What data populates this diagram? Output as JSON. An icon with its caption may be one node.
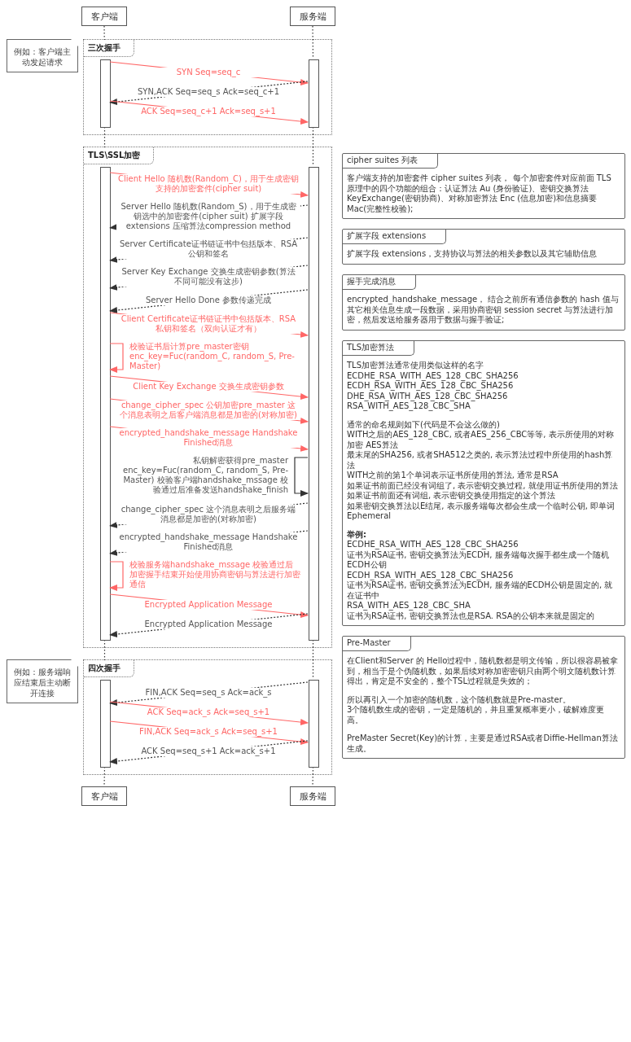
{
  "diagram": {
    "nodes": [
      {
        "text": [
          "客户端"
        ]
      },
      {
        "text": [
          "服务端"
        ]
      },
      {
        "text": [
          "三次握手"
        ]
      },
      {
        "text": [],
        "shape": "bar",
        "in": 2
      },
      {
        "text": [],
        "shape": "bar",
        "in": 2
      },
      {
        "text": [
          "TLS\\SSL加密"
        ]
      },
      {
        "text": [],
        "shape": "bar",
        "in": 5
      },
      {
        "text": [],
        "shape": "bar",
        "in": 5
      },
      {
        "text": [
          "四次握手"
        ]
      },
      {
        "text": [],
        "shape": "bar",
        "in": 8
      },
      {
        "text": [],
        "shape": "bar",
        "in": 8
      },
      {
        "text": [
          "客户端"
        ]
      },
      {
        "text": [
          "服务端"
        ]
      },
      {
        "text": [
          "例如：客户端主动发起请求"
        ]
      },
      {
        "text": [
          "例如：服务端响应结束后主动断开连接"
        ]
      },
      {
        "text": [
          "cipher suites 列表",
          "客户端支持的加密套件 cipher suites 列表， 每个加密套件对应前面 TLS 原理中的四个功能的组合：认证算法 Au (身份验证)、密钥交换算法 KeyExchange(密钥协商)、对称加密算法 Enc (信息加密)和信息摘要 Mac(完整性校验);"
        ]
      },
      {
        "text": [
          "扩展字段 extensions",
          "扩展字段 extensions，支持协议与算法的相关参数以及其它辅助信息"
        ]
      },
      {
        "text": [
          "握手完成消息",
          "encrypted_handshake_message， 结合之前所有通信参数的 hash 值与其它相关信息生成一段数据，采用协商密钥 session secret 与算法进行加密，然后发送给服务器用于数据与握手验证;"
        ]
      },
      {
        "text": [
          "TLS加密算法",
          "TLS加密算法通常使用类似这样的名字",
          "ECDHE_RSA_WITH_AES_128_CBC_SHA256",
          "ECDH_RSA_WITH_AES_128_CBC_SHA256",
          "DHE_RSA_WITH_AES_128_CBC_SHA256",
          "RSA_WITH_AES_128_CBC_SHA",
          "通常的命名规则如下(代码是不会这么做的)",
          "WITH之后的AES_128_CBC, 或者AES_256_CBC等等, 表示所使用的对称加密 AES算法",
          "最末尾的SHA256, 或者SHA512之类的, 表示算法过程中所使用的hash算法",
          "WITH之前的第1个单词表示证书所使用的算法, 通常是RSA",
          "如果证书前面已经没有词组了, 表示密钥交换过程, 就使用证书所使用的算法",
          "如果证书前面还有词组, 表示密钥交换使用指定的这个算法",
          "如果密钥交换算法以E结尾, 表示服务端每次都会生成一个临时公钥, 即单词Ephemeral",
          "举例:",
          "ECDHE_RSA_WITH_AES_128_CBC_SHA256",
          "证书为RSA证书, 密钥交换算法为ECDH, 服务端每次握手都生成一个随机ECDH公钥",
          "ECDH_RSA_WITH_AES_128_CBC_SHA256",
          "证书为RSA证书, 密钥交换算法为ECDH, 服务端的ECDH公钥是固定的, 就在证书中",
          "RSA_WITH_AES_128_CBC_SHA",
          "证书为RSA证书, 密钥交换算法也是RSA. RSA的公钥本来就是固定的"
        ]
      },
      {
        "text": [
          "Pre-Master",
          "在Client和Server 的 Hello过程中，随机数都是明文传输，所以很容易被拿到，相当于是个伪随机数，如果后续对称加密密钥只由两个明文随机数计算得出，肯定是不安全的，整个TSL过程就是失效的；",
          "所以再引入一个加密的随机数，这个随机数就是Pre-master。",
          "3个随机数生成的密钥，一定是随机的，并且重复概率更小，破解难度更高。",
          "PreMaster Secret(Key)的计算，主要是通过RSA或者Diffie-Hellman算法生成。"
        ]
      }
    ],
    "edges": [
      {
        "from": 0,
        "to": 3,
        "arrow": "none",
        "style": "dashed"
      },
      {
        "from": 3,
        "to": 6,
        "arrow": "none",
        "style": "dashed"
      },
      {
        "from": 6,
        "to": 9,
        "arrow": "none",
        "style": "dashed"
      },
      {
        "from": 9,
        "to": 11,
        "arrow": "none",
        "style": "dashed"
      },
      {
        "from": 1,
        "to": 4,
        "arrow": "none",
        "style": "dashed"
      },
      {
        "from": 4,
        "to": 7,
        "arrow": "none",
        "style": "dashed"
      },
      {
        "from": 7,
        "to": 10,
        "arrow": "none",
        "style": "dashed"
      },
      {
        "from": 10,
        "to": 12,
        "arrow": "none",
        "style": "dashed"
      },
      {
        "from": 3,
        "to": 4,
        "arrow": "to",
        "label": "SYN Seq=seq_c",
        "color": "#ff6666"
      },
      {
        "from": 4,
        "to": 3,
        "arrow": "to",
        "label": "SYN,ACK Seq=seq_s Ack=seq_c+1",
        "style": "dashed"
      },
      {
        "from": 3,
        "to": 4,
        "arrow": "to",
        "label": "ACK Seq=seq_c+1 Ack=seq_s+1",
        "color": "#ff6666"
      },
      {
        "from": 6,
        "to": 7,
        "arrow": "to",
        "label": "Client Hello 随机数(Random_C)，用于生成密钥支持的加密套件(cipher suit)",
        "color": "#ff6666"
      },
      {
        "from": 7,
        "to": 6,
        "arrow": "to",
        "label": "Server Hello 随机数(Random_S)，用于生成密钥选中的加密套件(cipher suit) 扩展字段 extensions 压缩算法compression method",
        "style": "dashed"
      },
      {
        "from": 7,
        "to": 6,
        "arrow": "to",
        "label": "Server Certificate证书链证书中包括版本、RSA公钥和签名",
        "style": "dashed"
      },
      {
        "from": 7,
        "to": 6,
        "arrow": "to",
        "label": "Server Key Exchange 交换生成密钥参数(算法不同可能没有这步)",
        "style": "dashed"
      },
      {
        "from": 7,
        "to": 6,
        "arrow": "to",
        "label": "Server Hello Done 参数传递完成",
        "style": "dashed"
      },
      {
        "from": 6,
        "to": 7,
        "arrow": "to",
        "label": "Client Certificate证书链证书中包括版本、RSA私钥和签名（双向认证才有）",
        "color": "#ff6666"
      },
      {
        "from": 6,
        "to": 6,
        "arrow": "to",
        "label": "校验证书后计算pre_master密钥 enc_key=Fuc(random_C, random_S, Pre-Master)",
        "color": "#ff6666"
      },
      {
        "from": 6,
        "to": 7,
        "arrow": "to",
        "label": "Client Key Exchange 交换生成密钥参数",
        "color": "#ff6666"
      },
      {
        "from": 6,
        "to": 7,
        "arrow": "to",
        "label": "change_cipher_spec 公钥加密pre_master 这个消息表明之后客户端消息都是加密的(对称加密)",
        "color": "#ff6666"
      },
      {
        "from": 6,
        "to": 7,
        "arrow": "to",
        "label": "encrypted_handshake_message Handshake Finished消息",
        "color": "#ff6666"
      },
      {
        "from": 7,
        "to": 7,
        "arrow": "to",
        "label": "私钥解密获得pre_master enc_key=Fuc(random_C, random_S, Pre-Master) 校验客户端handshake_mssage 校验通过后准备发送handshake_finish"
      },
      {
        "from": 7,
        "to": 6,
        "arrow": "to",
        "label": "change_cipher_spec 这个消息表明之后服务端消息都是加密的(对称加密)",
        "style": "dashed"
      },
      {
        "from": 7,
        "to": 6,
        "arrow": "to",
        "label": "encrypted_handshake_message Handshake Finished消息",
        "style": "dashed"
      },
      {
        "from": 6,
        "to": 6,
        "arrow": "to",
        "label": "校验服务端handshake_mssage 校验通过后加密握手结束开始使用协商密钥与算法进行加密通信",
        "color": "#ff6666"
      },
      {
        "from": 6,
        "to": 7,
        "arrow": "to",
        "label": "Encrypted Application Message",
        "color": "#ff6666"
      },
      {
        "from": 7,
        "to": 6,
        "arrow": "to",
        "label": "Encrypted Application Message",
        "style": "dashed"
      },
      {
        "from": 10,
        "to": 9,
        "arrow": "to",
        "label": "FIN,ACK Seq=seq_s Ack=ack_s",
        "style": "dashed"
      },
      {
        "from": 9,
        "to": 10,
        "arrow": "to",
        "label": "ACK Seq=ack_s Ack=seq_s+1",
        "color": "#ff6666"
      },
      {
        "from": 9,
        "to": 10,
        "arrow": "to",
        "label": "FIN,ACK Seq=ack_s Ack=seq_s+1",
        "color": "#ff6666"
      },
      {
        "from": 10,
        "to": 9,
        "arrow": "to",
        "label": "ACK Seq=seq_s+1 Ack=ack_s+1",
        "style": "dashed"
      }
    ]
  }
}
